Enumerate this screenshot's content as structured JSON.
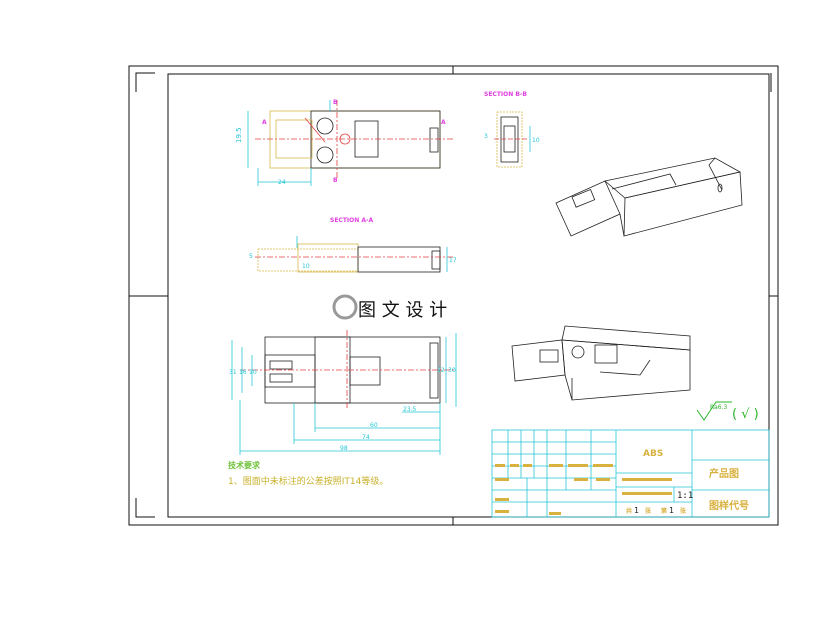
{
  "views": {
    "section_bb": "SECTION B-B",
    "section_aa": "SECTION A-A",
    "label_a": "A",
    "label_b": "B"
  },
  "dims": {
    "top_h": "19.5",
    "top_w": "24",
    "bb_w": "10",
    "bb_h": "3",
    "aa_h": "17",
    "aa_a": "5",
    "aa_b": "10",
    "plan_a": "60",
    "plan_b": "74",
    "plan_c": "98",
    "plan_d": "23.5",
    "plan_e": "22",
    "plan_f": "30",
    "plan_g": "31",
    "plan_h": "10",
    "plan_i": "16"
  },
  "watermark": {
    "text": "图 文 设 计"
  },
  "surface": {
    "symbol": "Ra6.3",
    "paren_check": "( √ )"
  },
  "notes": {
    "heading": "技术要求",
    "item1": "1、图面中未标注的公差按照IT14等级。"
  },
  "title_block": {
    "material": "ABS",
    "product": "产品图",
    "drawing_no": "图样代号",
    "scale": "1:1",
    "sheet_count": "1",
    "sheet_no": "1",
    "label_total": "共",
    "label_sheet": "张",
    "label_page": "第",
    "label_page_unit": "张"
  },
  "colors": {
    "frame": "#111111",
    "part": "#d7b84a",
    "dimension": "#25c6d6",
    "centerline": "#e04040",
    "title_grid": "#25c6d6",
    "section_label": "#e03fe0"
  }
}
